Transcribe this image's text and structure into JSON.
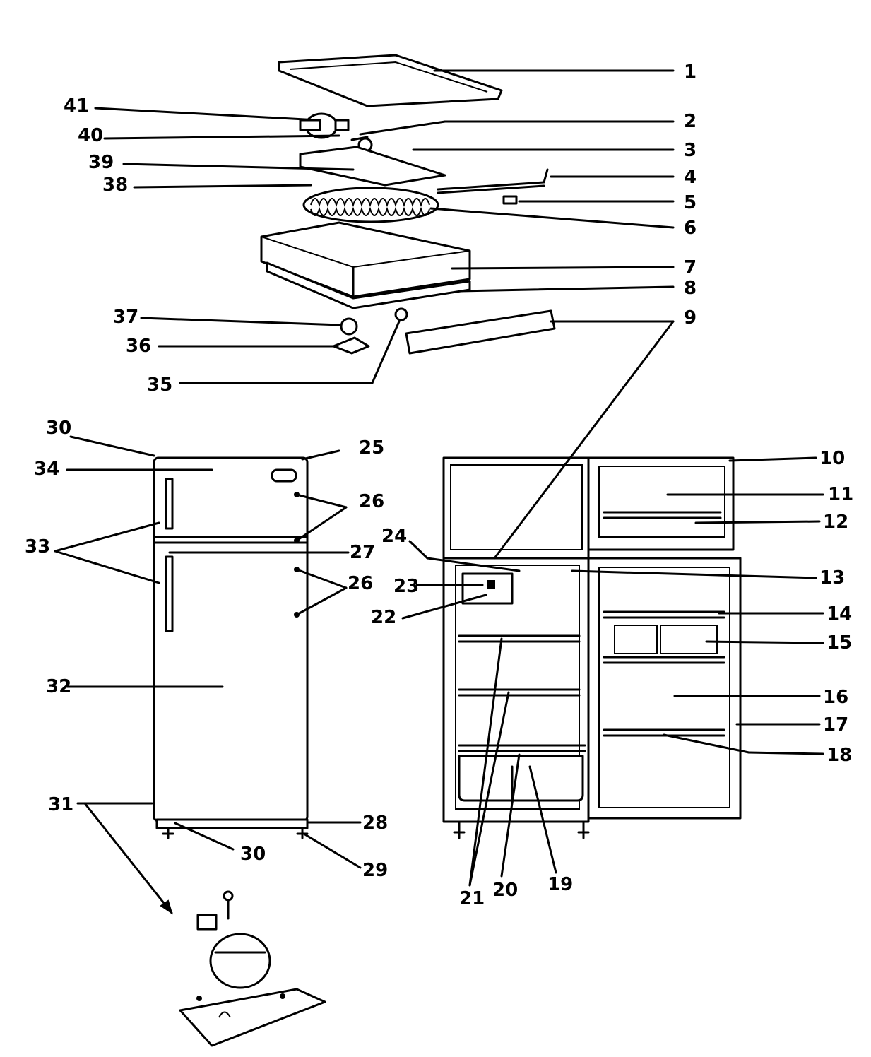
{
  "labels": [
    "1",
    "2",
    "3",
    "4",
    "5",
    "6",
    "7",
    "8",
    "9",
    "10",
    "11",
    "12",
    "13",
    "14",
    "15",
    "16",
    "17",
    "18",
    "19",
    "20",
    "21",
    "22",
    "23",
    "24",
    "25",
    "26",
    "27",
    "28",
    "29",
    "30",
    "31",
    "32",
    "33",
    "34",
    "35",
    "36",
    "37",
    "38",
    "39",
    "40",
    "41"
  ],
  "repeat_labels": {
    "26": "26",
    "30": "30"
  }
}
